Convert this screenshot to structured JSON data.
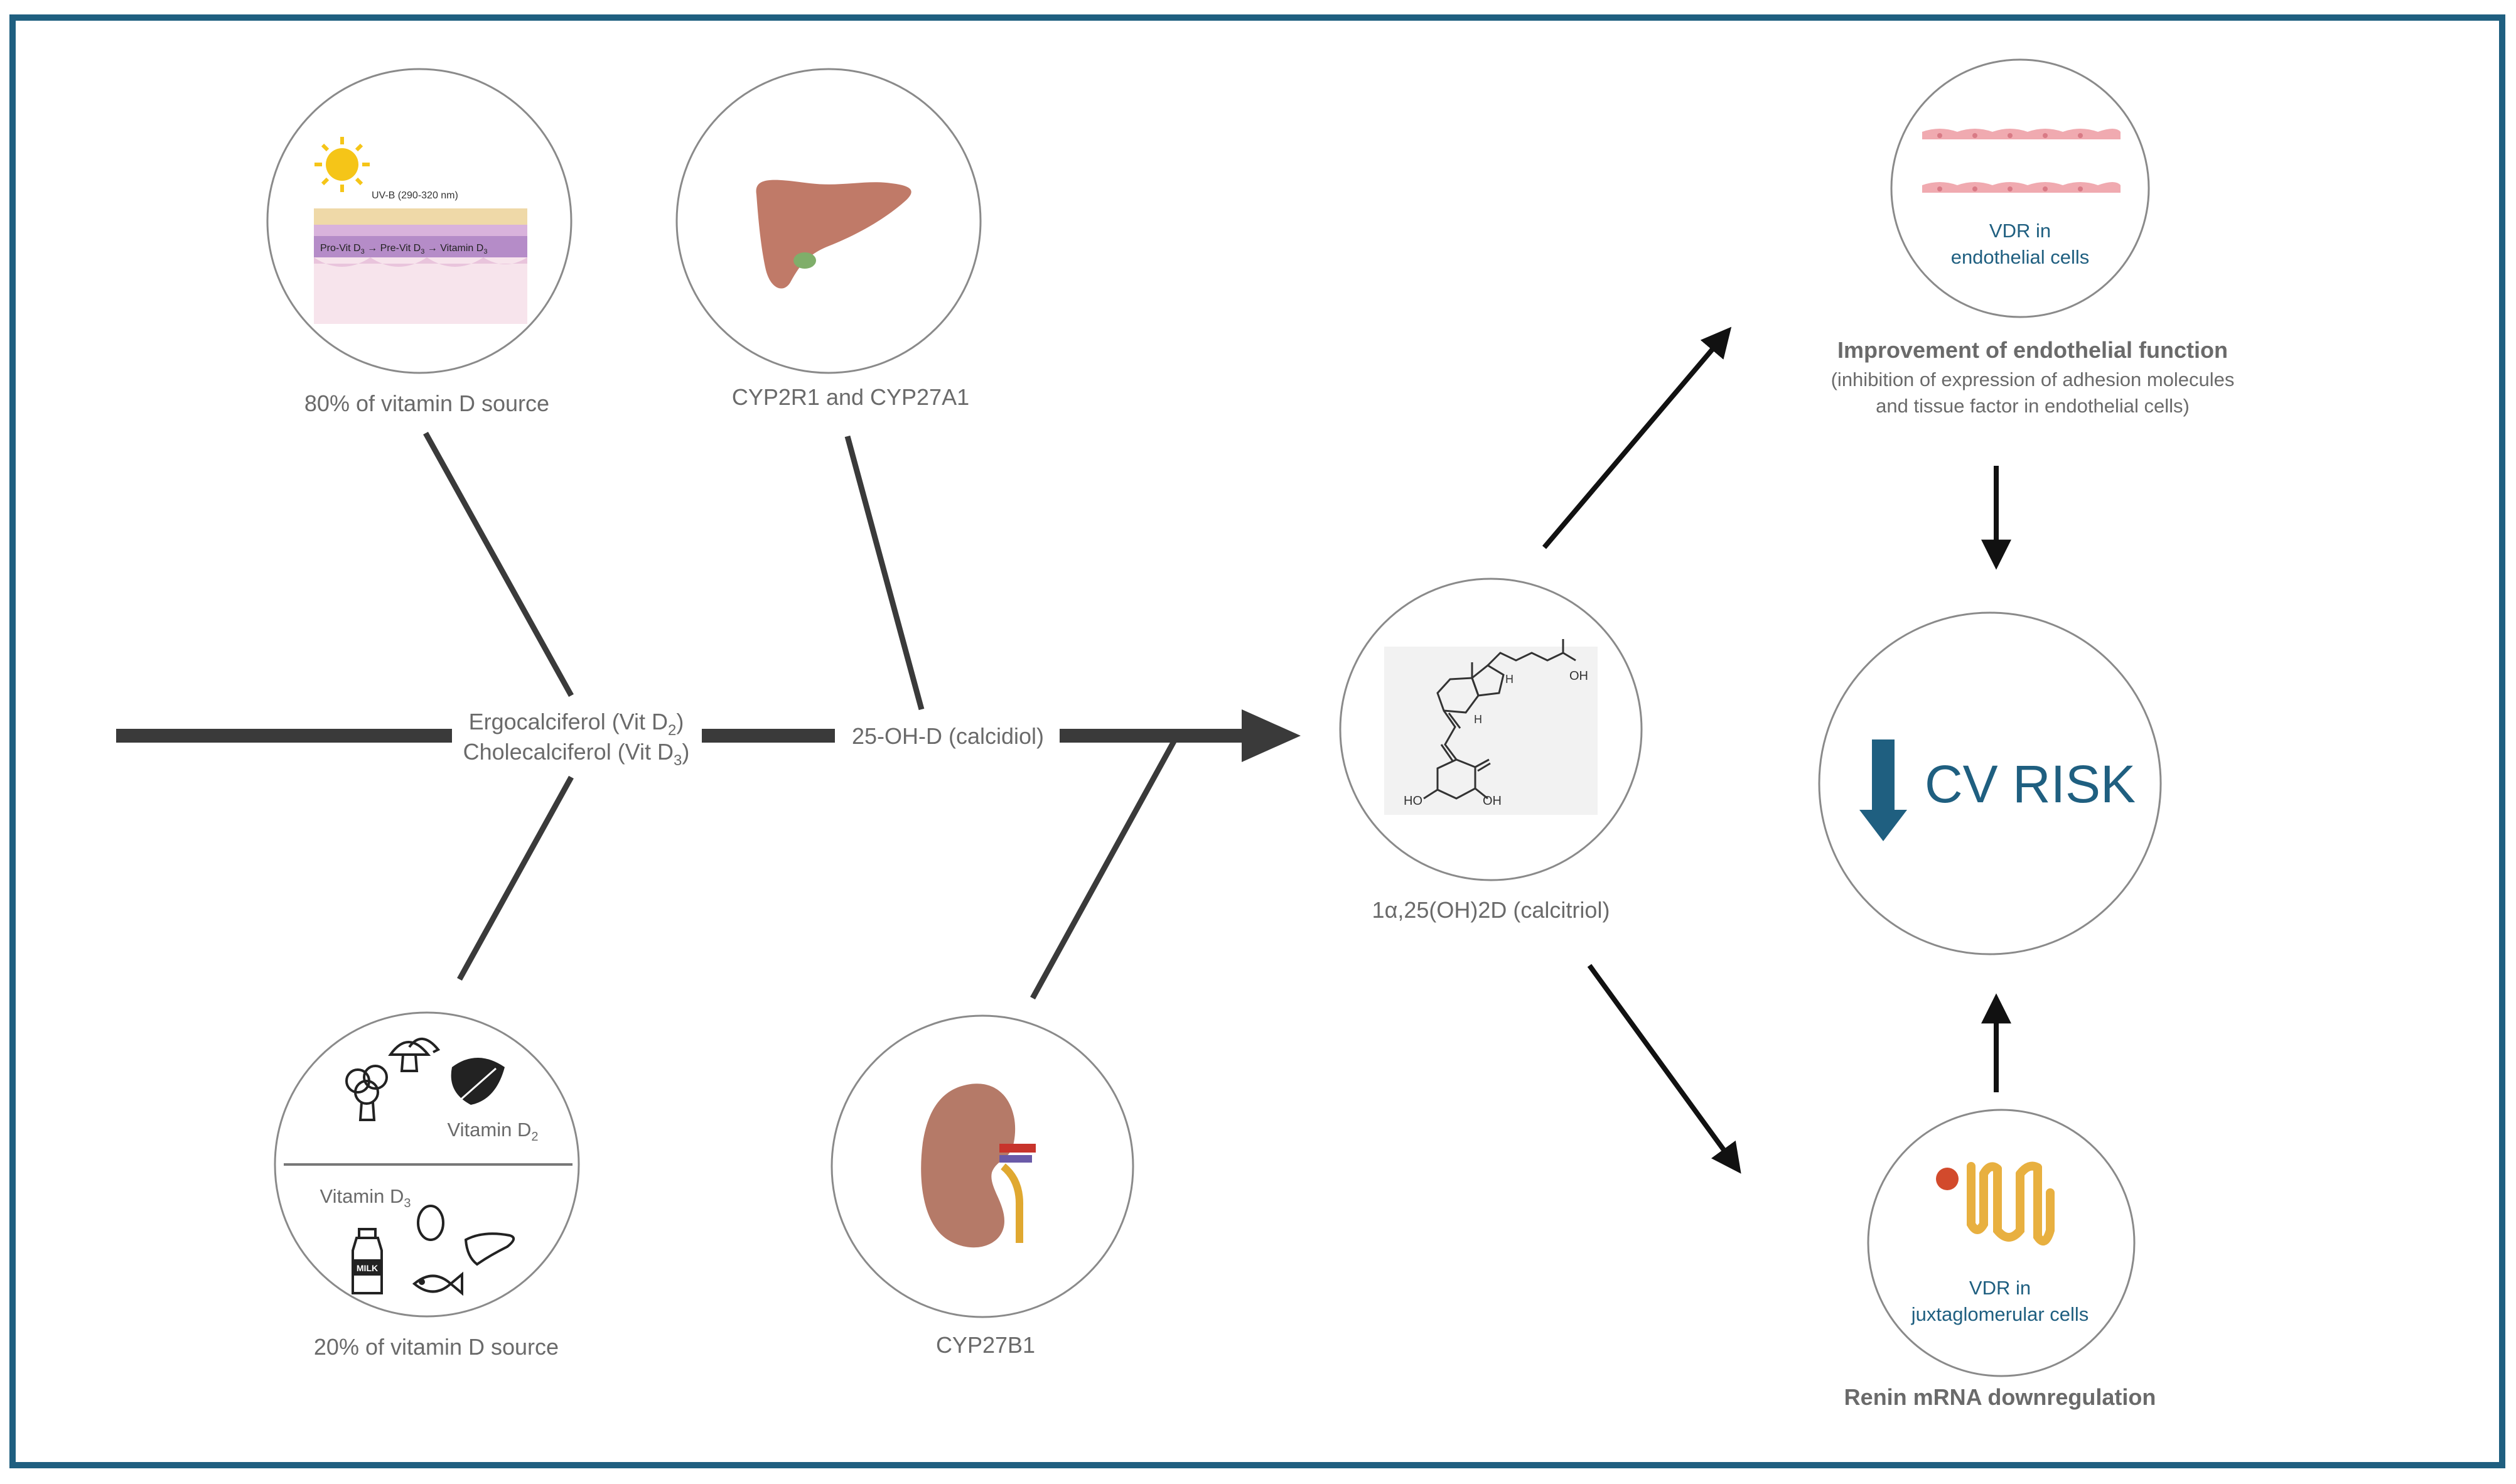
{
  "colors": {
    "frame_border": "#1f5f80",
    "accent_blue": "#1f5f80",
    "line_dark": "#3a3a3a",
    "label_gray": "#6a6a6a"
  },
  "sources": {
    "sun": {
      "uvb": "UV-B (290-320 nm)",
      "provit": "Pro-Vit D",
      "previt": "Pre-Vit D",
      "vitd": "Vitamin D",
      "sub": "3",
      "caption": "80% of vitamin D source"
    },
    "liver": {
      "caption": "CYP2R1 and CYP27A1"
    },
    "food": {
      "vit_d2": "Vitamin D",
      "vit_d2_sub": "2",
      "vit_d3": "Vitamin D",
      "vit_d3_sub": "3",
      "milk": "MILK",
      "caption": "20% of vitamin D source"
    },
    "kidney": {
      "caption": "CYP27B1"
    }
  },
  "main_axis": {
    "ergo": "Ergocalciferol (Vit D",
    "ergo_sub": "2",
    "ergo_close": ")",
    "chole": "Cholecalciferol (Vit D",
    "chole_sub": "3",
    "chole_close": ")",
    "calcidiol": "25-OH-D (calcidiol)"
  },
  "calcitriol": {
    "caption": "1α,25(OH)2D (calcitriol)",
    "oh1": "OH",
    "oh2": "HO",
    "oh3": "OH",
    "h1": "H",
    "h2": "H"
  },
  "endothelial": {
    "vdr_line1": "VDR in",
    "vdr_line2": "endothelial cells",
    "title": "Improvement of endothelial function",
    "detail_line1": "(inhibition of expression of adhesion molecules",
    "detail_line2": "and tissue factor in endothelial cells)"
  },
  "cv": {
    "label": "CV RISK"
  },
  "renin": {
    "vdr_line1": "VDR in",
    "vdr_line2": "juxtaglomerular cells",
    "title": "Renin mRNA downregulation"
  }
}
